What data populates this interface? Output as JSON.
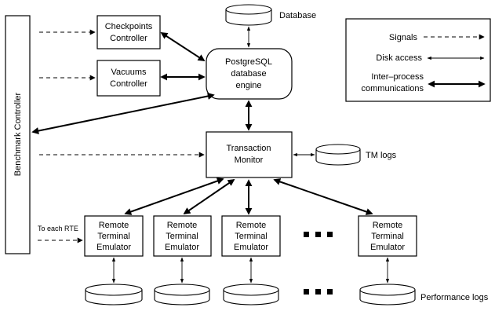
{
  "legend": {
    "signals": "Signals",
    "disk_access": "Disk access",
    "ipc_line1": "Inter–process",
    "ipc_line2": "communications"
  },
  "benchmark_controller": "Benchmark Controller",
  "checkpoints": {
    "line1": "Checkpoints",
    "line2": "Controller"
  },
  "vacuums": {
    "line1": "Vacuums",
    "line2": "Controller"
  },
  "postgres": {
    "line1": "PostgreSQL",
    "line2": "database",
    "line3": "engine"
  },
  "database_label": "Database",
  "transaction_monitor": {
    "line1": "Transaction",
    "line2": "Monitor"
  },
  "tm_logs_label": "TM logs",
  "to_each_rte": "To each RTE",
  "rte": {
    "line1": "Remote",
    "line2": "Terminal",
    "line3": "Emulator"
  },
  "performance_logs_label": "Performance logs"
}
